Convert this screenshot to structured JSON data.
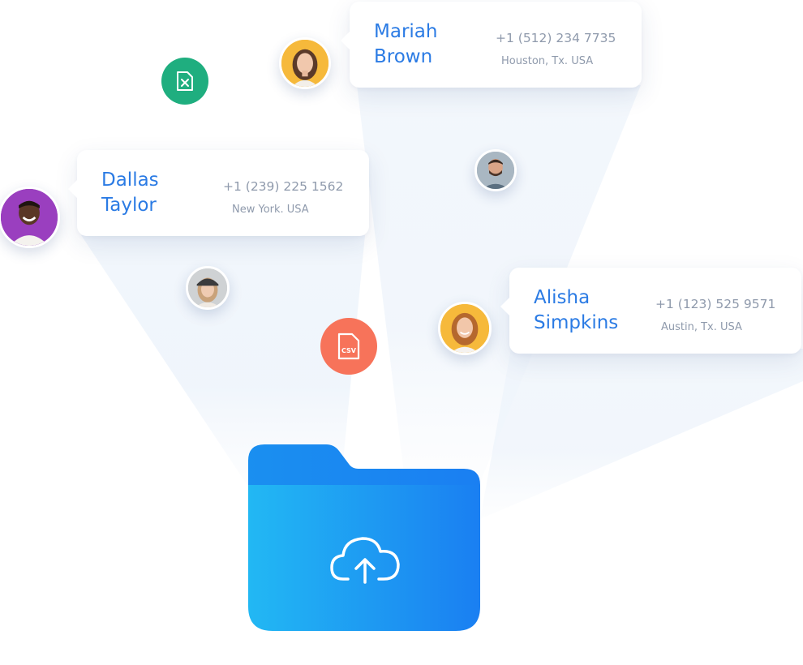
{
  "contacts": [
    {
      "name_line1": "Mariah",
      "name_line2": "Brown",
      "phone": "+1 (512) 234 7735",
      "location": "Houston, Tx. USA"
    },
    {
      "name_line1": "Dallas",
      "name_line2": "Taylor",
      "phone": "+1 (239) 225 1562",
      "location": "New York. USA"
    },
    {
      "name_line1": "Alisha",
      "name_line2": "Simpkins",
      "phone": "+1 (123) 525 9571",
      "location": "Austin, Tx. USA"
    }
  ],
  "file_badges": {
    "excel": {
      "icon": "excel-file-icon",
      "color": "#1fae7f"
    },
    "csv": {
      "icon": "csv-file-icon",
      "label": "CSV",
      "color": "#f7735a"
    }
  },
  "folder": {
    "icon": "cloud-upload-icon",
    "color_start": "#22b8f3",
    "color_end": "#1a7ff2"
  },
  "colors": {
    "name": "#2b7be4",
    "secondary": "#8f9aac",
    "beam": "#eef4fb"
  }
}
